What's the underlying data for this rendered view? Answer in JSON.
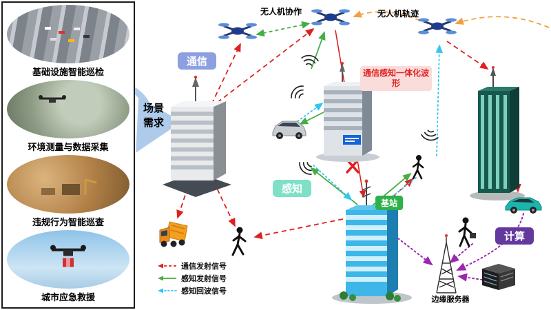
{
  "left_panel": {
    "items": [
      {
        "caption": "基础设施智能巡检",
        "photo": "traffic-aerial"
      },
      {
        "caption": "环境测量与数据采集",
        "photo": "city-aerial-drone"
      },
      {
        "caption": "违规行为智能巡查",
        "photo": "construction-site"
      },
      {
        "caption": "城市应急救援",
        "photo": "rescue-drone"
      }
    ]
  },
  "scene_label": "场景需求",
  "diagram": {
    "drone_coop_label": "无人机协作",
    "drone_traj_label": "无人机轨迹",
    "badges": {
      "communication": "通信",
      "sensing": "感知",
      "computing": "计算",
      "base_station": "基站",
      "waveform": "通信感知一体化波形"
    },
    "edge_server_label": "边缘服务器",
    "legend": [
      {
        "label": "通信发射信号",
        "style": "red-dashed"
      },
      {
        "label": "感知发射信号",
        "style": "green-solid"
      },
      {
        "label": "感知回波信号",
        "style": "cyan-dotted"
      }
    ],
    "colors": {
      "communication_badge": "#8ca0e0",
      "sensing_badge": "#7fe0c8",
      "computing_badge": "#63399e",
      "base_station_badge": "#2eb14d",
      "waveform_text": "#e02321",
      "red_signal": "#e02020",
      "green_signal": "#44ad44",
      "cyan_signal": "#33c7f0",
      "purple_link": "#9c27b0",
      "orange_trajectory": "#f2a03d"
    }
  }
}
